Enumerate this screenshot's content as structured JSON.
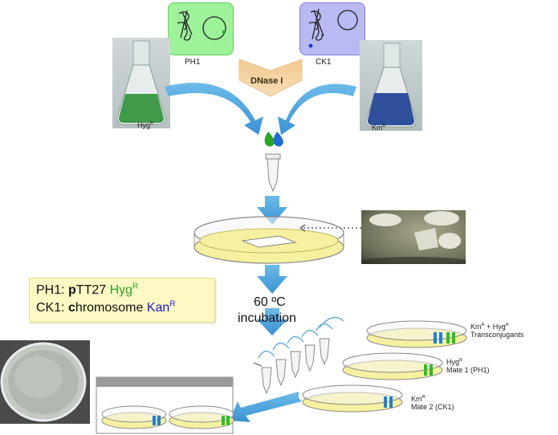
{
  "plasmid_donor": {
    "label": "PH1",
    "box_color": "#9ef29a"
  },
  "chromosome_donor": {
    "label": "CK1",
    "box_color": "#b9b9f4"
  },
  "enzyme": {
    "label": "DNase I"
  },
  "flask_left": {
    "label": "Hyg",
    "sup": "R",
    "liquid_color": "#3f9a4a"
  },
  "flask_right": {
    "label": "Km",
    "sup": "R",
    "liquid_color": "#2f4f9a"
  },
  "legend": {
    "line1": {
      "prefix": "PH1: ",
      "bold": "p",
      "rest": "TT27 ",
      "marker": "Hyg",
      "marker_sup": "R",
      "marker_color": "#2aa52a"
    },
    "line2": {
      "prefix": "CK1: ",
      "bold": "c",
      "rest": "hromosome ",
      "marker": "Kan",
      "marker_sup": "R",
      "marker_color": "#1a1ad0"
    }
  },
  "incubation": {
    "line1": "60 ºC",
    "line2": "incubation"
  },
  "plates": {
    "transconjugants": {
      "line1": "Km",
      "line1_sup": "R",
      "line1_mid": " + Hyg",
      "line1_sup2": "R",
      "line2": "Transconjugants"
    },
    "mate1": {
      "line1": "Hyg",
      "line1_sup": "R",
      "line2": "Mate 1 (PH1)"
    },
    "mate2": {
      "line1": "Km",
      "line1_sup": "R",
      "line2": "Mate 2 (CK1)"
    }
  },
  "colors": {
    "arrow_blue": "#4aa3df",
    "plate_agar": "#f6f0a0",
    "hyg_band": "#2bbf2b",
    "km_band": "#1f7fd6"
  }
}
